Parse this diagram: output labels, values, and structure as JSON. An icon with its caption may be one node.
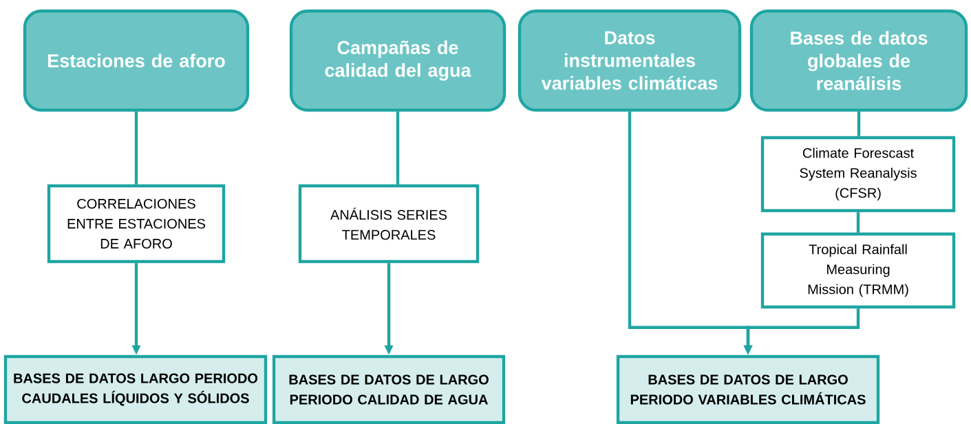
{
  "diagram": {
    "nodes": [
      {
        "text": [
          "Estaciones de aforo"
        ]
      },
      {
        "text": [
          "Campañas de calidad del agua"
        ]
      },
      {
        "text": [
          "Datos instrumentales variables climáticas"
        ]
      },
      {
        "text": [
          "Bases de datos globales de reanálisis"
        ]
      },
      {
        "text": [
          "CORRELACIONES ENTRE ESTACIONES DE AFORO"
        ]
      },
      {
        "text": [
          "ANÁLISIS SERIES TEMPORALES"
        ]
      },
      {
        "text": [
          "Climate Forescast System Reanalysis (CFSR)"
        ]
      },
      {
        "text": [
          "Tropical Rainfall Measuring Mission (TRMM)"
        ]
      },
      {
        "text": [
          "BASES DE DATOS LARGO PERIODO CAUDALES LÍQUIDOS Y SÓLIDOS"
        ]
      },
      {
        "text": [
          "BASES DE DATOS DE LARGO PERIODO CALIDAD DE AGUA"
        ]
      },
      {
        "text": [
          "BASES DE DATOS DE LARGO PERIODO VARIABLES CLIMÁTICAS"
        ]
      }
    ],
    "edges": [
      {
        "from": 0,
        "to": 4,
        "arrow": "none"
      },
      {
        "from": 4,
        "to": 8,
        "arrow": "to"
      },
      {
        "from": 1,
        "to": 5,
        "arrow": "none"
      },
      {
        "from": 5,
        "to": 9,
        "arrow": "to"
      },
      {
        "from": 3,
        "to": 6,
        "arrow": "none"
      },
      {
        "from": 6,
        "to": 7,
        "arrow": "none"
      },
      {
        "from": 2,
        "to": 10,
        "arrow": "to"
      },
      {
        "from": 7,
        "to": 10,
        "arrow": "to"
      }
    ]
  }
}
